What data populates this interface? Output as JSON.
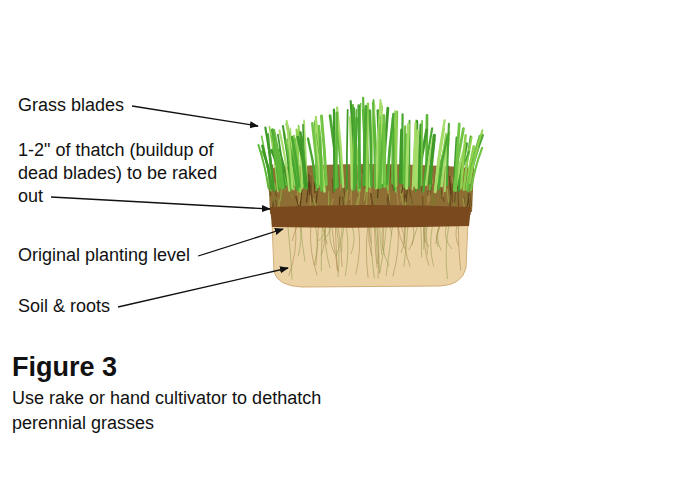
{
  "diagram": {
    "title": "Figure 3",
    "caption": "Use rake or hand cultivator to dethatch perennial grasses",
    "labels": [
      "Grass blades",
      "1-2\" of thatch (buildup of dead blades) to be raked out",
      "Original planting level",
      "Soil & roots"
    ]
  }
}
